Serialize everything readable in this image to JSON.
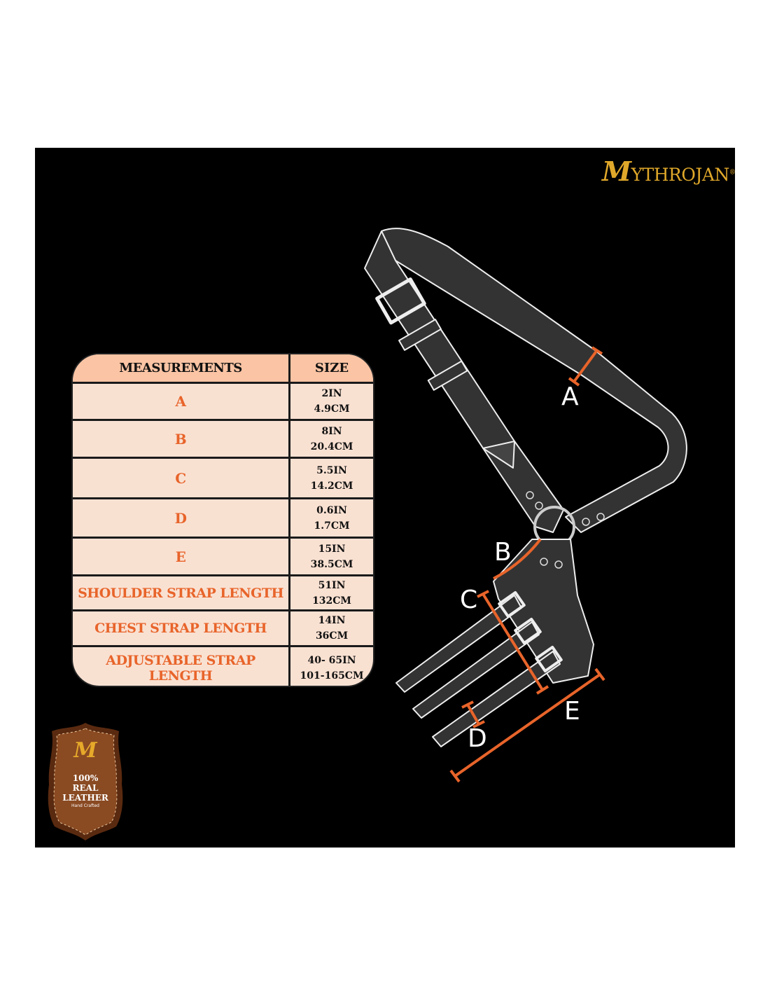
{
  "brand": {
    "logo_text": "MYTHROJAN",
    "registered": "®"
  },
  "table": {
    "headers": {
      "measurement": "MEASUREMENTS",
      "size": "SIZE"
    },
    "rows": [
      {
        "name": "A",
        "in": "2IN",
        "cm": "4.9CM"
      },
      {
        "name": "B",
        "in": "8IN",
        "cm": "20.4CM"
      },
      {
        "name": "C",
        "in": "5.5IN",
        "cm": "14.2CM"
      },
      {
        "name": "D",
        "in": "0.6IN",
        "cm": "1.7CM"
      },
      {
        "name": "E",
        "in": "15IN",
        "cm": "38.5CM"
      },
      {
        "name": "SHOULDER STRAP LENGTH",
        "in": "51IN",
        "cm": "132CM"
      },
      {
        "name": "CHEST STRAP LENGTH",
        "in": "14IN",
        "cm": "36CM"
      },
      {
        "name": "ADJUSTABLE STRAP LENGTH",
        "in": "40- 65IN",
        "cm": "101-165CM"
      }
    ]
  },
  "diagram_labels": {
    "a": "A",
    "b": "B",
    "c": "C",
    "d": "D",
    "e": "E"
  },
  "badge": {
    "line1": "100%",
    "line2": "REAL",
    "line3": "LEATHER",
    "line4": "Hand Crafted",
    "monogram": "M"
  },
  "colors": {
    "accent": "#e8642a",
    "table_bg": "#f9e1d2",
    "header_bg": "#fbc4a4",
    "gold": "#e0a82a",
    "leather": "#7a3f1c"
  }
}
